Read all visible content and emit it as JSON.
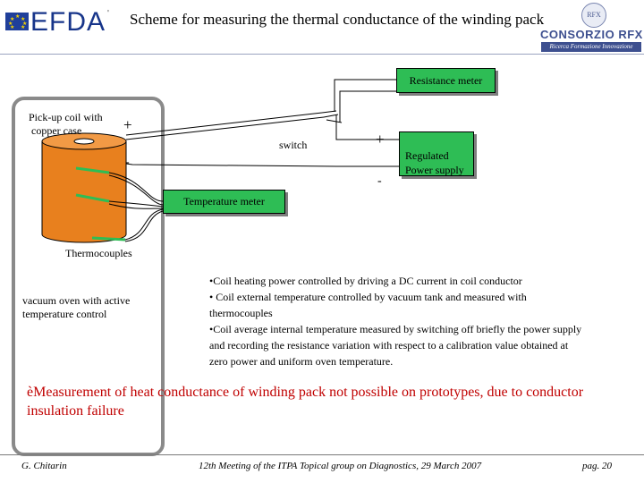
{
  "header": {
    "title": "Scheme for measuring the thermal conductance of the winding pack",
    "left_logo": "EFDA",
    "right_logo": "CONSORZIO RFX",
    "right_logo_sub": "Ricerca Formazione Innovazione"
  },
  "diagram": {
    "resistance_meter": "Resistance meter",
    "power_supply": [
      "Regulated",
      "Power supply"
    ],
    "temperature_meter": "Temperature meter",
    "coil_label": [
      "Pick-up coil with",
      "copper case"
    ],
    "plus_sign": "+",
    "minus_sign": "-",
    "switch_label": "switch",
    "thermocouples": "Thermocouples",
    "oven_label": [
      "vacuum oven with active",
      "temperature control"
    ],
    "colors": {
      "box_fill": "#2ebd55",
      "coil": "#e8801e",
      "frame": "#8a8a8a"
    }
  },
  "bullets": [
    "•Coil heating power controlled by driving a DC current in coil conductor",
    "• Coil external temperature controlled by vacuum tank and measured with thermocouples",
    "•Coil average internal temperature measured by switching off briefly the power supply and recording the resistance variation with respect to a calibration value obtained  at zero power and uniform oven temperature."
  ],
  "note": {
    "arrow": "è",
    "text": "Measurement of heat conductance of winding pack not possible on prototypes, due to conductor insulation failure"
  },
  "footer": {
    "author": "G. Chitarin",
    "meeting": "12th Meeting of the ITPA Topical group on Diagnostics, 29 March 2007",
    "page": "pag. 20"
  }
}
